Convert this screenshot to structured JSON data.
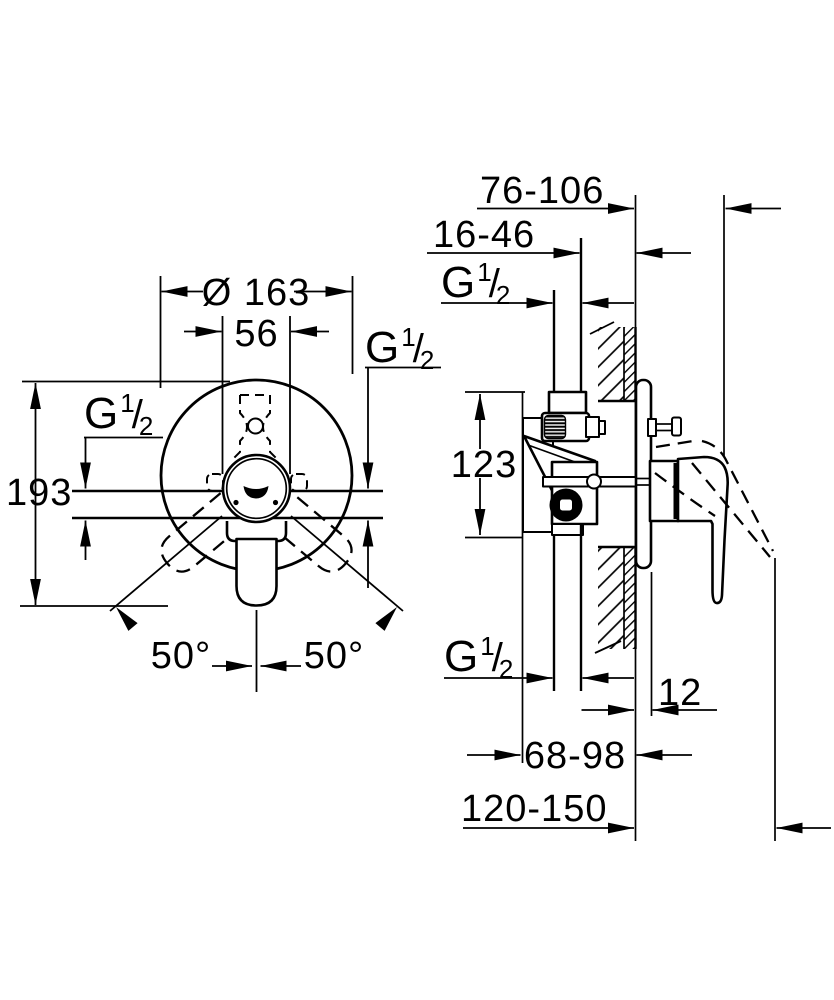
{
  "page": {
    "background": "#ffffff",
    "line_color": "#000000"
  },
  "drawing": {
    "type": "technical-dimension-drawing",
    "views": {
      "front": "front elevation of concealed mixer",
      "side": "wall section with rough-in depths"
    },
    "front_view": {
      "diameter_label": "Ø 163",
      "cartridge_width_label": "56",
      "total_height_label": "193",
      "swing_left_label": "50°",
      "swing_right_label": "50°"
    },
    "side_view": {
      "handle_projection_label": "76-106",
      "rough_in_depth_label": "16-46",
      "body_height_label": "123",
      "plate_projection_label": "12",
      "depth_min_label": "68-98",
      "depth_max_label": "120-150"
    },
    "thread": {
      "g": "G",
      "sup": "1",
      "slash": "/",
      "sub": "2"
    }
  }
}
